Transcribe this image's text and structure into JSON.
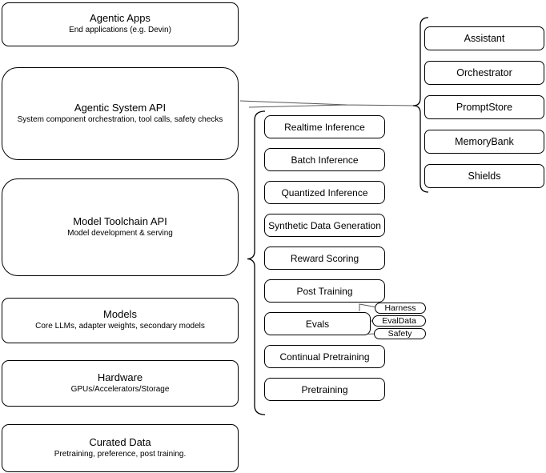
{
  "diagram": {
    "left_stack": [
      {
        "title": "Agentic Apps",
        "subtitle": "End applications (e.g. Devin)"
      },
      {
        "title": "Agentic System API",
        "subtitle": "System component orchestration, tool calls, safety checks"
      },
      {
        "title": "Model Toolchain API",
        "subtitle": "Model development & serving"
      },
      {
        "title": "Models",
        "subtitle": "Core LLMs, adapter weights, secondary models"
      },
      {
        "title": "Hardware",
        "subtitle": "GPUs/Accelerators/Storage"
      },
      {
        "title": "Curated Data",
        "subtitle": "Pretraining, preference, post training."
      }
    ],
    "toolchain_components": [
      "Realtime Inference",
      "Batch Inference",
      "Quantized Inference",
      "Synthetic Data Generation",
      "Reward Scoring",
      "Post Training",
      "Evals",
      "Continual Pretraining",
      "Pretraining"
    ],
    "eval_pills": [
      "Harness",
      "EvalData",
      "Safety"
    ],
    "system_components": [
      "Assistant",
      "Orchestrator",
      "PromptStore",
      "MemoryBank",
      "Shields"
    ],
    "colors": {
      "stroke": "#000000",
      "fill": "#ffffff",
      "connector": "#595959"
    }
  }
}
